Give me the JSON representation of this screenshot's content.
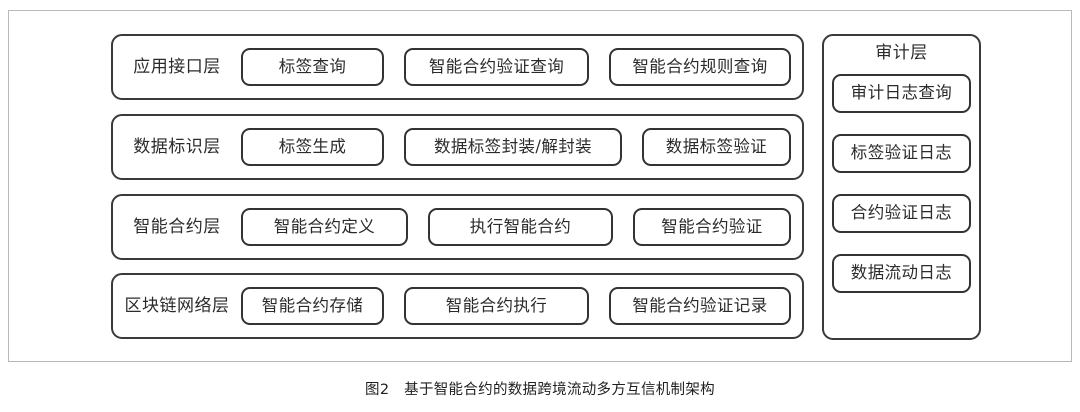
{
  "figure": {
    "caption": "图2　基于智能合约的数据跨境流动多方互信机制架构",
    "frame_border_color": "#b9b9b9",
    "box_border_color": "#333333",
    "text_color": "#2b2b2b",
    "background": "#ffffff"
  },
  "layers": [
    {
      "label": "应用接口层",
      "modules": [
        {
          "label": "标签查询"
        },
        {
          "label": "智能合约验证查询"
        },
        {
          "label": "智能合约规则查询"
        }
      ]
    },
    {
      "label": "数据标识层",
      "modules": [
        {
          "label": "标签生成"
        },
        {
          "label": "数据标签封装/解封装"
        },
        {
          "label": "数据标签验证"
        }
      ]
    },
    {
      "label": "智能合约层",
      "modules": [
        {
          "label": "智能合约定义"
        },
        {
          "label": "执行智能合约"
        },
        {
          "label": "智能合约验证"
        }
      ]
    },
    {
      "label": "区块链网络层",
      "modules": [
        {
          "label": "智能合约存储"
        },
        {
          "label": "智能合约执行"
        },
        {
          "label": "智能合约验证记录"
        }
      ]
    }
  ],
  "audit": {
    "title": "审计层",
    "items": [
      {
        "label": "审计日志查询"
      },
      {
        "label": "标签验证日志"
      },
      {
        "label": "合约验证日志"
      },
      {
        "label": "数据流动日志"
      }
    ]
  }
}
